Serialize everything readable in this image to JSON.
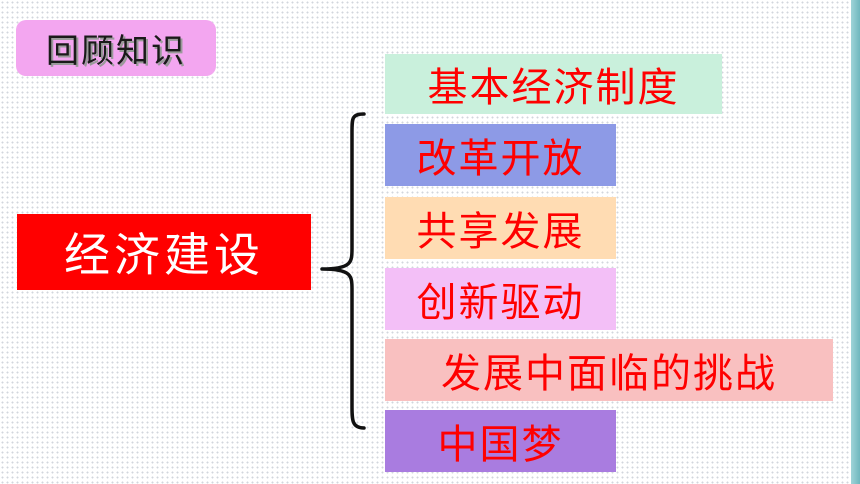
{
  "review_tag": "回顾知识",
  "main_topic": "经济建设",
  "items": [
    {
      "label": "基本经济制度",
      "bg": "#c9f0dc"
    },
    {
      "label": "改革开放",
      "bg": "#8d9ae6"
    },
    {
      "label": "共享发展",
      "bg": "#ffdcb3"
    },
    {
      "label": "创新驱动",
      "bg": "#f3bff7"
    },
    {
      "label": "发展中面临的挑战",
      "bg": "#f9c0c0"
    },
    {
      "label": "中国梦",
      "bg": "#a97ce0"
    }
  ],
  "colors": {
    "text_accent": "#ff0000",
    "main_topic_bg": "#ff0000",
    "review_tag_bg": "#f3a6f0"
  }
}
